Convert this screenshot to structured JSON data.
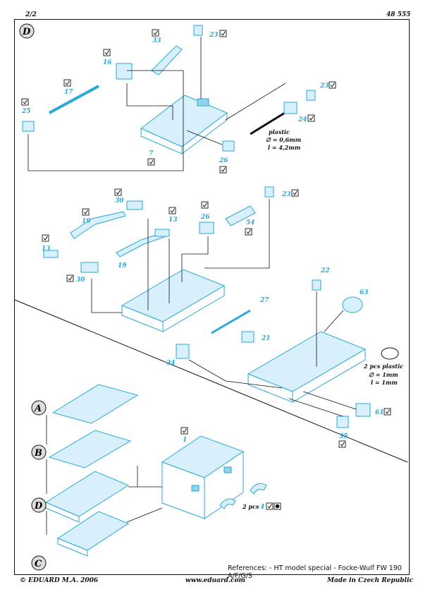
{
  "header": {
    "page": "2/2",
    "code": "48 555"
  },
  "footer": {
    "left": "© EDUARD  M.A. 2006",
    "center": "www.eduard.com",
    "right": "Made in Czech Republic"
  },
  "references": "References: - HT model special - Focke-Wulf FW 190 A/F/G/S",
  "section_labels": {
    "top": "D",
    "a": "A",
    "b": "B",
    "d": "D",
    "c": "C"
  },
  "parts": {
    "p33": "33",
    "p23a": "23",
    "p16": "16",
    "p17": "17",
    "p25": "25",
    "p23b": "23",
    "p24": "24",
    "p7": "7",
    "p26a": "26",
    "p30a": "30",
    "p19a": "19",
    "p13a": "13",
    "p13b": "13",
    "p26b": "26",
    "p54": "54",
    "p23c": "23",
    "p19b": "19",
    "p30b": "30",
    "p27": "27",
    "p22": "22",
    "p63": "63",
    "p21": "21",
    "p34": "34",
    "p61": "61",
    "p35": "35",
    "p1": "1",
    "p4": "4"
  },
  "notes": {
    "plastic1": "plastic",
    "d1": "∅ = 0,6mm",
    "l1": "l = 4,2mm",
    "plastic2": "2 pcs plastic",
    "d2": "∅ = 1mm",
    "l2": "l = 1mm",
    "pcs": "2 pcs"
  },
  "colors": {
    "part": "#2aa9d6",
    "partFill": "#d7f0fb",
    "line": "#111111"
  }
}
